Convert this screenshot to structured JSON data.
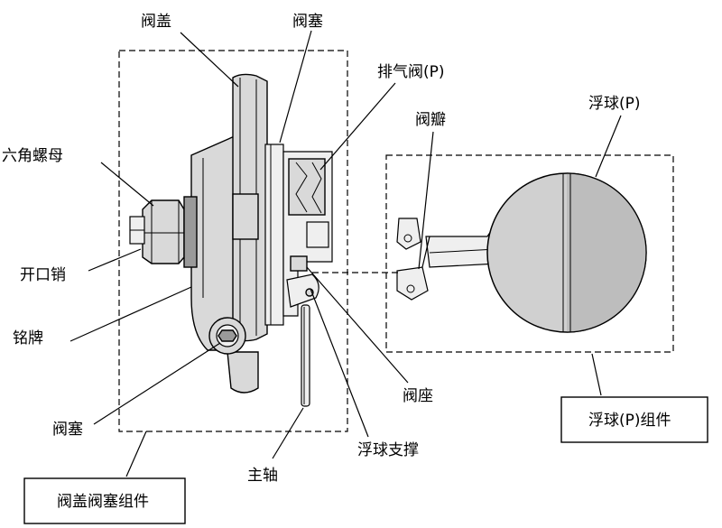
{
  "labels": {
    "valve_cover": "阀盖",
    "valve_plug_top": "阀塞",
    "exhaust_valve": "排气阀(P)",
    "valve_flap": "阀瓣",
    "float_ball": "浮球(P)",
    "hex_nut": "六角螺母",
    "cotter_pin": "开口销",
    "nameplate": "铭牌",
    "valve_plug_bottom": "阀塞",
    "valve_seat": "阀座",
    "float_support": "浮球支撑",
    "main_shaft": "主轴",
    "float_assembly": "浮球(P)组件",
    "cover_plug_assembly": "阀盖阀塞组件"
  }
}
